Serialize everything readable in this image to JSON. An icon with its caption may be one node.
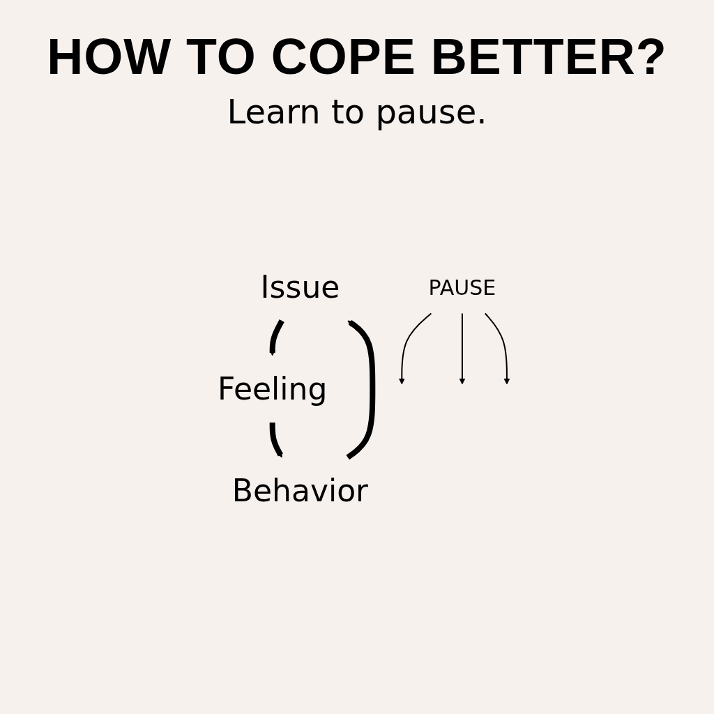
{
  "diagram": {
    "title": "HOW TO COPE BETTER?",
    "nodes": [
      {
        "text": [
          "Issue"
        ]
      },
      {
        "text": [
          "Feeling"
        ]
      },
      {
        "text": [
          "Behavior"
        ]
      },
      {
        "text": [
          "PAUSE"
        ]
      }
    ],
    "edges": [
      {
        "from": 0,
        "to": 1,
        "arrow": "to",
        "style": "thick"
      },
      {
        "from": 1,
        "to": 2,
        "arrow": "to",
        "style": "thick"
      },
      {
        "from": 2,
        "to": 0,
        "arrow": "to",
        "style": "thick"
      },
      {
        "from": 3,
        "to": null,
        "arrow": "to"
      },
      {
        "from": 3,
        "to": null,
        "arrow": "to"
      },
      {
        "from": 3,
        "to": null,
        "arrow": "to"
      }
    ],
    "labels": [
      "Learn to pause."
    ]
  }
}
